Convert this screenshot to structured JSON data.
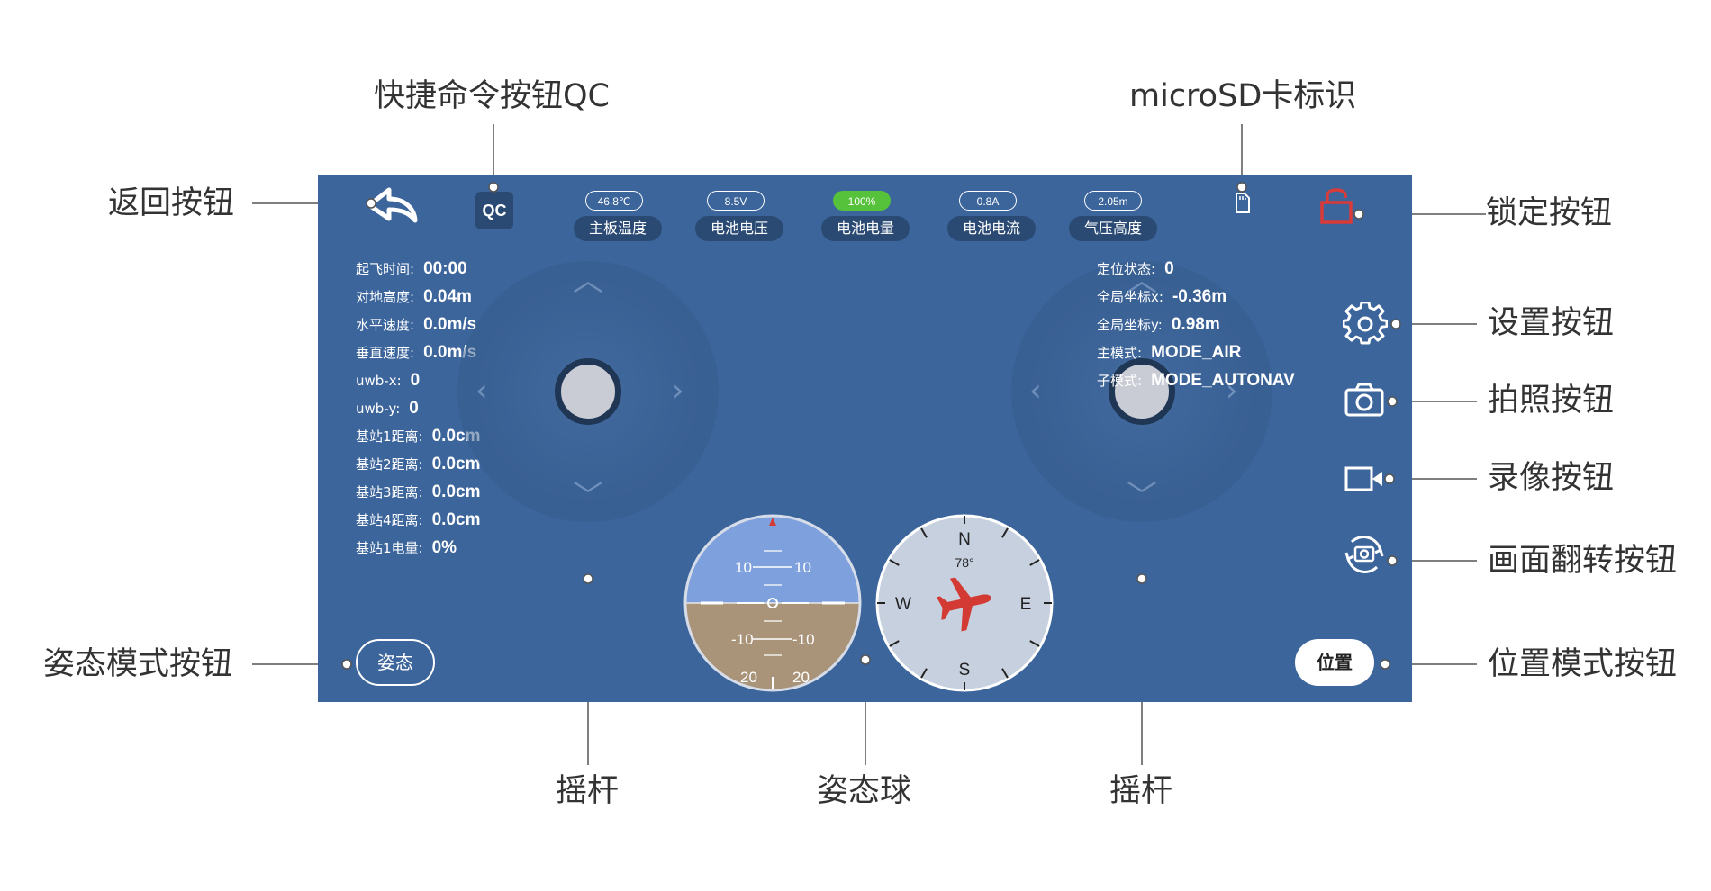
{
  "callouts": {
    "back": "返回按钮",
    "qc": "快捷命令按钮QC",
    "microsd": "microSD卡标识",
    "lock": "锁定按钮",
    "settings": "设置按钮",
    "photo": "拍照按钮",
    "record": "录像按钮",
    "flip": "画面翻转按钮",
    "attitude_mode": "姿态模式按钮",
    "position_mode": "位置模式按钮",
    "joystick_left": "摇杆",
    "attitude_ball": "姿态球",
    "joystick_right": "摇杆"
  },
  "topbar": {
    "qc_label": "QC",
    "telemetry": [
      {
        "value": "46.8℃",
        "label": "主板温度"
      },
      {
        "value": "8.5V",
        "label": "电池电压"
      },
      {
        "value": "100%",
        "label": "电池电量",
        "highlight": true
      },
      {
        "value": "0.8A",
        "label": "电池电流"
      },
      {
        "value": "2.05m",
        "label": "气压高度"
      }
    ]
  },
  "left_info": [
    {
      "label": "起飞时间:",
      "value": "00:00"
    },
    {
      "label": "对地高度:",
      "value": "0.04m"
    },
    {
      "label": "水平速度:",
      "value": "0.0m/s"
    },
    {
      "label": "垂直速度:",
      "value": "0.0m/s"
    },
    {
      "label": "uwb-x:",
      "value": "0"
    },
    {
      "label": "uwb-y:",
      "value": "0"
    },
    {
      "label": "基站1距离:",
      "value": "0.0cm"
    },
    {
      "label": "基站2距离:",
      "value": "0.0cm"
    },
    {
      "label": "基站3距离:",
      "value": "0.0cm"
    },
    {
      "label": "基站4距离:",
      "value": "0.0cm"
    },
    {
      "label": "基站1电量:",
      "value": "0%"
    }
  ],
  "right_info": [
    {
      "label": "定位状态:",
      "value": "0"
    },
    {
      "label": "全局坐标x:",
      "value": "-0.36m"
    },
    {
      "label": "全局坐标y:",
      "value": "0.98m"
    },
    {
      "label": "主模式:",
      "value": "MODE_AIR"
    },
    {
      "label": "子模式:",
      "value": "MODE_AUTONAV"
    }
  ],
  "buttons": {
    "attitude_mode": "姿态",
    "position_mode": "位置"
  },
  "attitude_indicator": {
    "pitch_labels": [
      "10",
      "10",
      "-10",
      "-10",
      "20",
      "20"
    ]
  },
  "compass": {
    "heading_deg": 78,
    "heading_text": "78°",
    "cardinals": {
      "n": "N",
      "e": "E",
      "s": "S",
      "w": "W"
    }
  },
  "colors": {
    "screen_bg": "#3c659c",
    "battery_ok": "#56c23b",
    "lock_icon": "#d93a3a",
    "sky": "#7ea0dc",
    "ground": "#a99479",
    "compass_face": "#c6d0de",
    "plane": "#d23a33"
  },
  "icons": [
    "back-arrow-icon",
    "sd-card-icon",
    "lock-icon",
    "gear-icon",
    "camera-icon",
    "video-camera-icon",
    "camera-flip-icon",
    "chevron-up-icon",
    "chevron-down-icon",
    "chevron-left-icon",
    "chevron-right-icon",
    "airplane-icon"
  ]
}
